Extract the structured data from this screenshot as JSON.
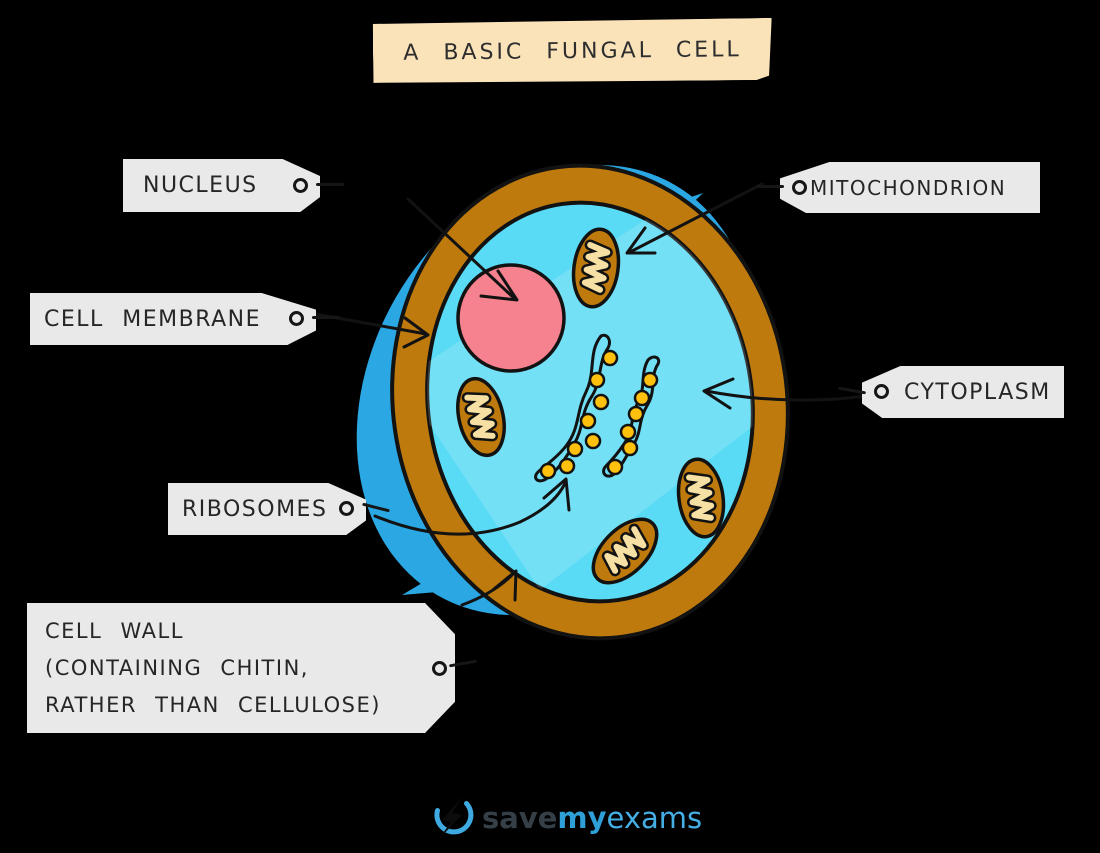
{
  "title": "A BASIC FUNGAL CELL",
  "labels": {
    "nucleus": "NUCLEUS",
    "cell_membrane": "CELL MEMBRANE",
    "ribosomes": "RIBOSOMES",
    "cell_wall": {
      "line1": "CELL WALL",
      "line2": "(CONTAINING CHITIN,",
      "line3": "RATHER THAN CELLULOSE)"
    },
    "mitochondrion": "MITOCHONDRION",
    "cytoplasm": "CYTOPLASM"
  },
  "logo": {
    "save": "save",
    "my": "my",
    "exams": "exams"
  },
  "colors": {
    "background": "#000000",
    "banner_bg": "#fae3b9",
    "label_bg": "#e9e9e9",
    "cell_wall_brown": "#bf7a0d",
    "cytoplasm_cyan": "#59daf5",
    "nucleus_pink": "#f5828e",
    "shadow_blue": "#2ba7e4",
    "ribosome_yellow": "#ffc10d",
    "cristae_cream": "#f6e0a4",
    "outline_black": "#121212",
    "logo_blue": "#3fa9e1",
    "logo_dark": "#353f47"
  }
}
